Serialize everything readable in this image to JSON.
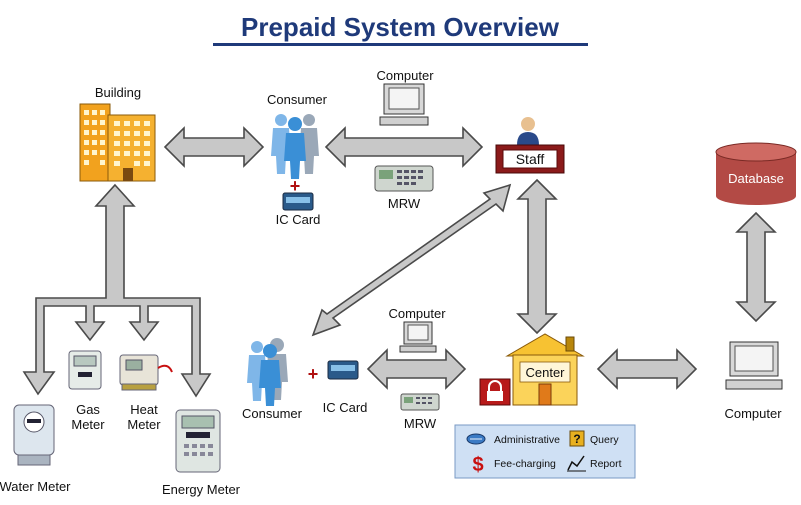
{
  "title": "Prepaid System Overview",
  "colors": {
    "title": "#1f3a7a",
    "arrow_fill": "#c8c8c8",
    "arrow_stroke": "#4a4a4a",
    "staff_box": "#8b1a1a",
    "database": "#b34a45",
    "building": "#f2a21e",
    "center_house": "#f7c232",
    "person_blue": "#3a8fd6",
    "legend_bg": "#cfe0f4"
  },
  "labels": {
    "building": "Building",
    "consumer_top": "Consumer",
    "ic_card_top": "IC Card",
    "computer_top": "Computer",
    "mrw_top": "MRW",
    "staff": "Staff",
    "database": "Database",
    "computer_right": "Computer",
    "consumer_bottom": "Consumer",
    "ic_card_bottom": "IC Card",
    "computer_mid": "Computer",
    "mrw_bottom": "MRW",
    "center": "Center",
    "water_meter": "Water Meter",
    "gas_meter_1": "Gas",
    "gas_meter_2": "Meter",
    "heat_meter_1": "Heat",
    "heat_meter_2": "Meter",
    "energy_meter": "Energy Meter",
    "plus_top": "+",
    "plus_bottom": "+"
  },
  "legend": {
    "administrative": "Administrative",
    "query": "Query",
    "fee_charging": "Fee-charging",
    "report": "Report"
  },
  "icons": [
    "building-icon",
    "consumer-group-icon",
    "ic-card-icon",
    "computer-icon",
    "mrw-device-icon",
    "staff-icon",
    "database-icon",
    "center-house-icon",
    "lock-icon",
    "water-meter-icon",
    "gas-meter-icon",
    "heat-meter-icon",
    "energy-meter-icon"
  ]
}
